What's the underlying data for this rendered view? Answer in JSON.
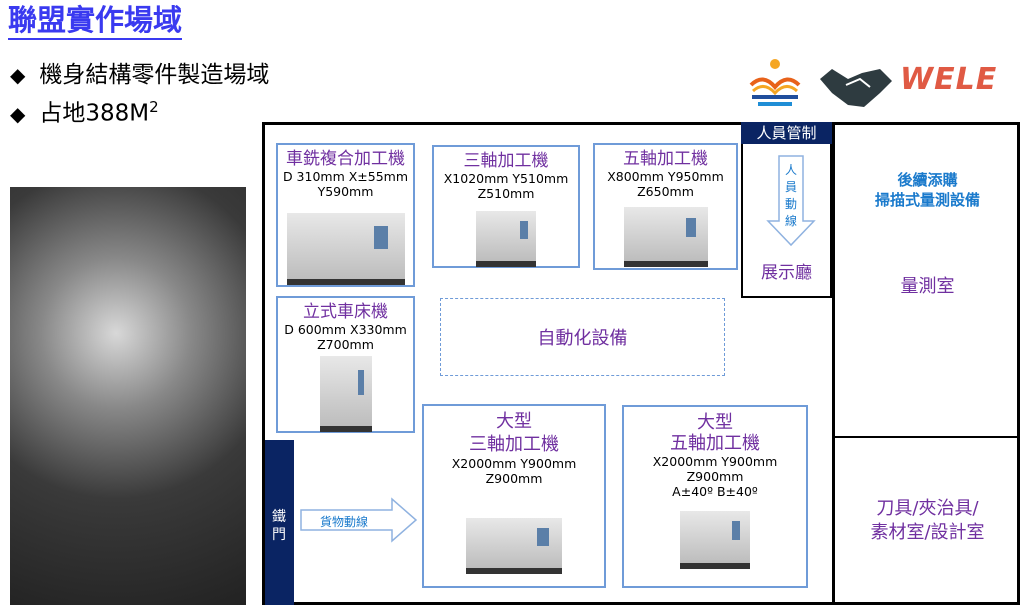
{
  "title": "聯盟實作場域",
  "bullets": [
    "機身結構零件製造場域",
    "占地388M"
  ],
  "bullet_sup": "2",
  "logos": {
    "left": "school-logo",
    "middle": "handshake-icon",
    "right": "WELE"
  },
  "machines": [
    {
      "name": "車銑複合加工機",
      "spec": [
        "D 310mm X±55mm",
        "Y590mm"
      ]
    },
    {
      "name": "三軸加工機",
      "spec": [
        "X1020mm Y510mm",
        "Z510mm"
      ]
    },
    {
      "name": "五軸加工機",
      "spec": [
        "X800mm Y950mm",
        "Z650mm"
      ]
    },
    {
      "name": "立式車床機",
      "spec": [
        "D 600mm X330mm",
        "Z700mm"
      ]
    },
    {
      "name": [
        "大型",
        "三軸加工機"
      ],
      "spec": [
        "X2000mm Y900mm",
        "Z900mm"
      ]
    },
    {
      "name": [
        "大型",
        "五軸加工機"
      ],
      "spec": [
        "X2000mm Y900mm",
        "Z900mm",
        "A±40º B±40º"
      ]
    }
  ],
  "automation": "自動化設備",
  "personnel": {
    "header": "人員管制",
    "flow": "人員動線",
    "hall": "展示廳"
  },
  "iron_door": "鐵門",
  "cargo_flow": "貨物動線",
  "right": {
    "future": [
      "後續添購",
      "掃描式量測設備"
    ],
    "measure": "量測室",
    "tools": [
      "刀具/夾治具/",
      "素材室/設計室"
    ]
  },
  "colors": {
    "title": "#3a3af0",
    "purple": "#7030a0",
    "navy": "#0a2463",
    "box_border": "#6f9bd8"
  }
}
